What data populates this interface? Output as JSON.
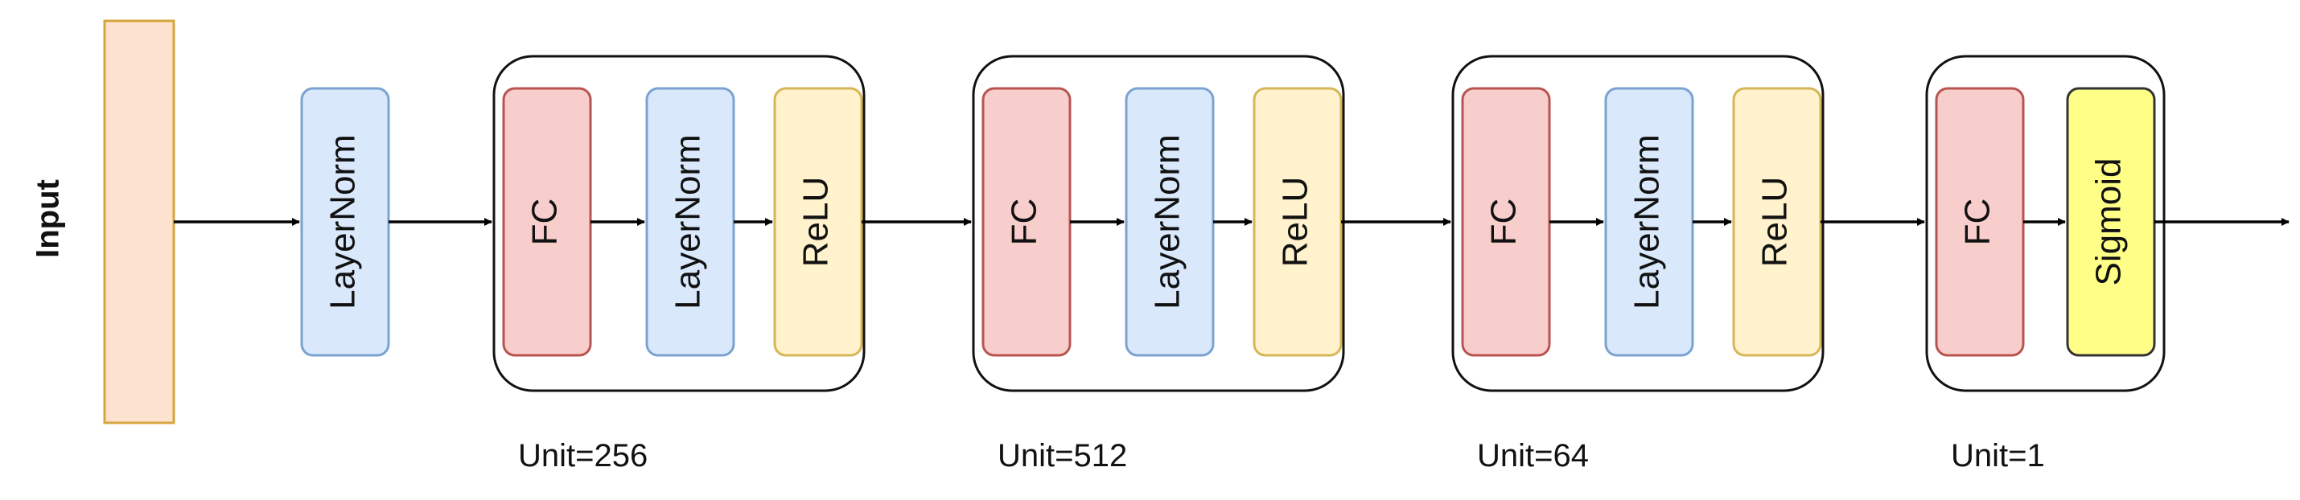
{
  "input_label": "Input",
  "colors": {
    "input_fill": "#fde3cf",
    "input_stroke": "#d6a53c",
    "layernorm_fill": "#dae8fc",
    "layernorm_stroke": "#7aa3d1",
    "fc_fill": "#f8cecc",
    "fc_stroke": "#b85450",
    "relu_fill": "#fff2cc",
    "relu_stroke": "#d6b656",
    "sigmoid_fill": "#ffff88",
    "sigmoid_stroke": "#333333",
    "group_stroke": "#111111",
    "arrow": "#000000"
  },
  "pre_layer": {
    "label": "LayerNorm",
    "kind": "layernorm"
  },
  "groups": [
    {
      "unit_label": "Unit=256",
      "layers": [
        {
          "label": "FC",
          "kind": "fc"
        },
        {
          "label": "LayerNorm",
          "kind": "layernorm"
        },
        {
          "label": "ReLU",
          "kind": "relu"
        }
      ]
    },
    {
      "unit_label": "Unit=512",
      "layers": [
        {
          "label": "FC",
          "kind": "fc"
        },
        {
          "label": "LayerNorm",
          "kind": "layernorm"
        },
        {
          "label": "ReLU",
          "kind": "relu"
        }
      ]
    },
    {
      "unit_label": "Unit=64",
      "layers": [
        {
          "label": "FC",
          "kind": "fc"
        },
        {
          "label": "LayerNorm",
          "kind": "layernorm"
        },
        {
          "label": "ReLU",
          "kind": "relu"
        }
      ]
    },
    {
      "unit_label": "Unit=1",
      "layers": [
        {
          "label": "FC",
          "kind": "fc"
        },
        {
          "label": "Sigmoid",
          "kind": "sigmoid"
        }
      ]
    }
  ]
}
